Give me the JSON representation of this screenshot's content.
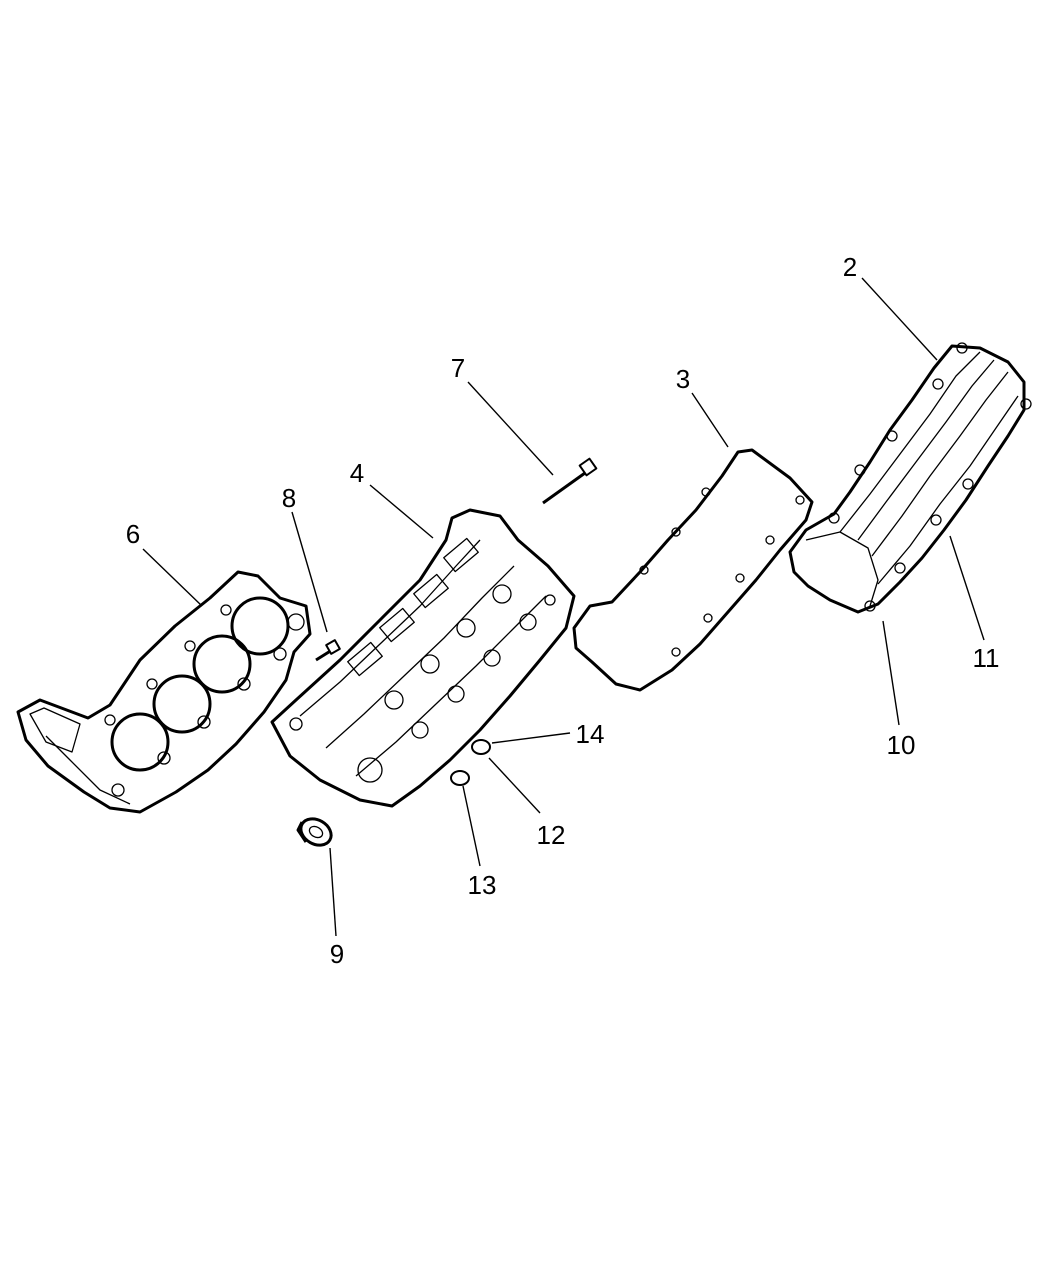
{
  "callouts": [
    {
      "id": "2",
      "label": "2"
    },
    {
      "id": "3",
      "label": "3"
    },
    {
      "id": "4",
      "label": "4"
    },
    {
      "id": "6",
      "label": "6"
    },
    {
      "id": "7",
      "label": "7"
    },
    {
      "id": "8",
      "label": "8"
    },
    {
      "id": "9",
      "label": "9"
    },
    {
      "id": "10",
      "label": "10"
    },
    {
      "id": "11",
      "label": "11"
    },
    {
      "id": "12",
      "label": "12"
    },
    {
      "id": "13",
      "label": "13"
    },
    {
      "id": "14",
      "label": "14"
    }
  ]
}
